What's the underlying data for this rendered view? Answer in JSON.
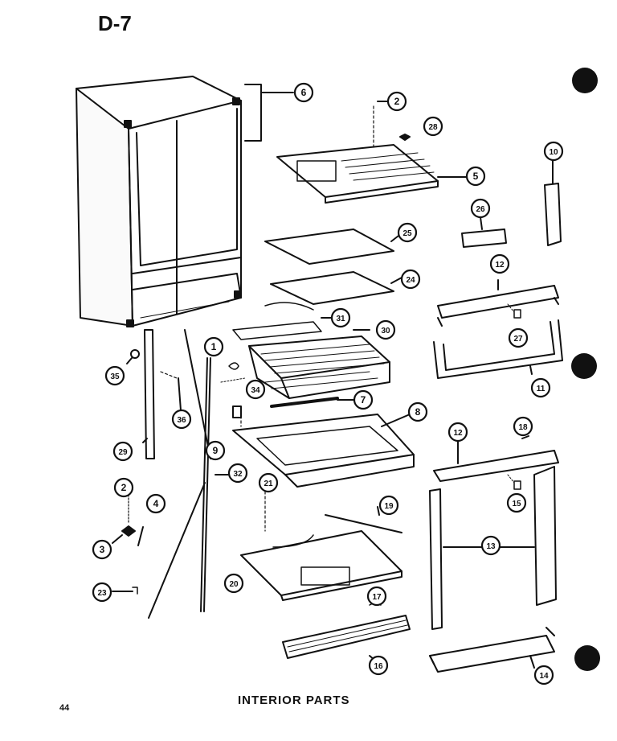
{
  "page": {
    "title": "D-7",
    "page_number": "44",
    "caption": "INTERIOR PARTS"
  },
  "callouts": [
    {
      "label": "6"
    },
    {
      "label": "2"
    },
    {
      "label": "28"
    },
    {
      "label": "5"
    },
    {
      "label": "10"
    },
    {
      "label": "26"
    },
    {
      "label": "25"
    },
    {
      "label": "24"
    },
    {
      "label": "12"
    },
    {
      "label": "27"
    },
    {
      "label": "11"
    },
    {
      "label": "31"
    },
    {
      "label": "1"
    },
    {
      "label": "30"
    },
    {
      "label": "35"
    },
    {
      "label": "34"
    },
    {
      "label": "36"
    },
    {
      "label": "7"
    },
    {
      "label": "8"
    },
    {
      "label": "9"
    },
    {
      "label": "29"
    },
    {
      "label": "18"
    },
    {
      "label": "12"
    },
    {
      "label": "15"
    },
    {
      "label": "32"
    },
    {
      "label": "2"
    },
    {
      "label": "21"
    },
    {
      "label": "4"
    },
    {
      "label": "19"
    },
    {
      "label": "13"
    },
    {
      "label": "3"
    },
    {
      "label": "20"
    },
    {
      "label": "23"
    },
    {
      "label": "17"
    },
    {
      "label": "16"
    },
    {
      "label": "14"
    }
  ]
}
